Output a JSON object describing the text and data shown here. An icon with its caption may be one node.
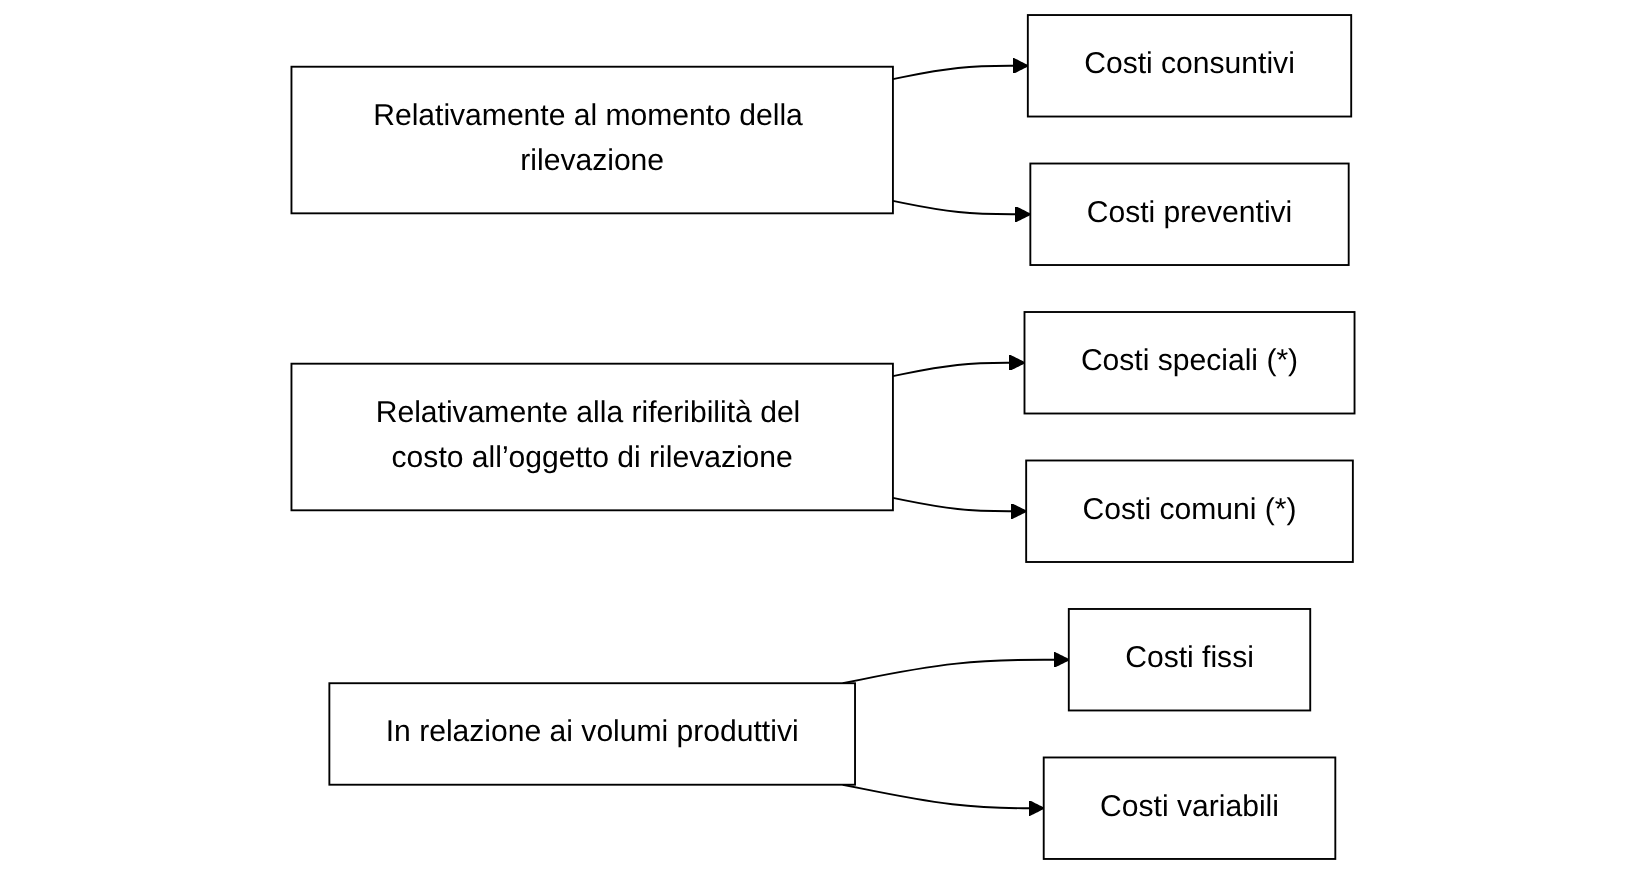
{
  "diagram": {
    "nodes": [
      {
        "text": [
          "Relativamente al momento della rilevazione"
        ]
      },
      {
        "text": [
          "Costi consuntivi"
        ]
      },
      {
        "text": [
          "Costi preventivi"
        ]
      },
      {
        "text": [
          "Relativamente alla riferibilità del costo all’oggetto di rilevazione"
        ]
      },
      {
        "text": [
          "Costi speciali (*)"
        ]
      },
      {
        "text": [
          "Costi comuni (*)"
        ]
      },
      {
        "text": [
          "In relazione ai volumi produttivi"
        ]
      },
      {
        "text": [
          "Costi fissi"
        ]
      },
      {
        "text": [
          "Costi variabili"
        ]
      }
    ],
    "edges": [
      {
        "from": 0,
        "to": 1,
        "arrow": "to"
      },
      {
        "from": 0,
        "to": 2,
        "arrow": "to"
      },
      {
        "from": 3,
        "to": 4,
        "arrow": "to"
      },
      {
        "from": 3,
        "to": 5,
        "arrow": "to"
      },
      {
        "from": 6,
        "to": 7,
        "arrow": "to"
      },
      {
        "from": 6,
        "to": 8,
        "arrow": "to"
      }
    ]
  }
}
